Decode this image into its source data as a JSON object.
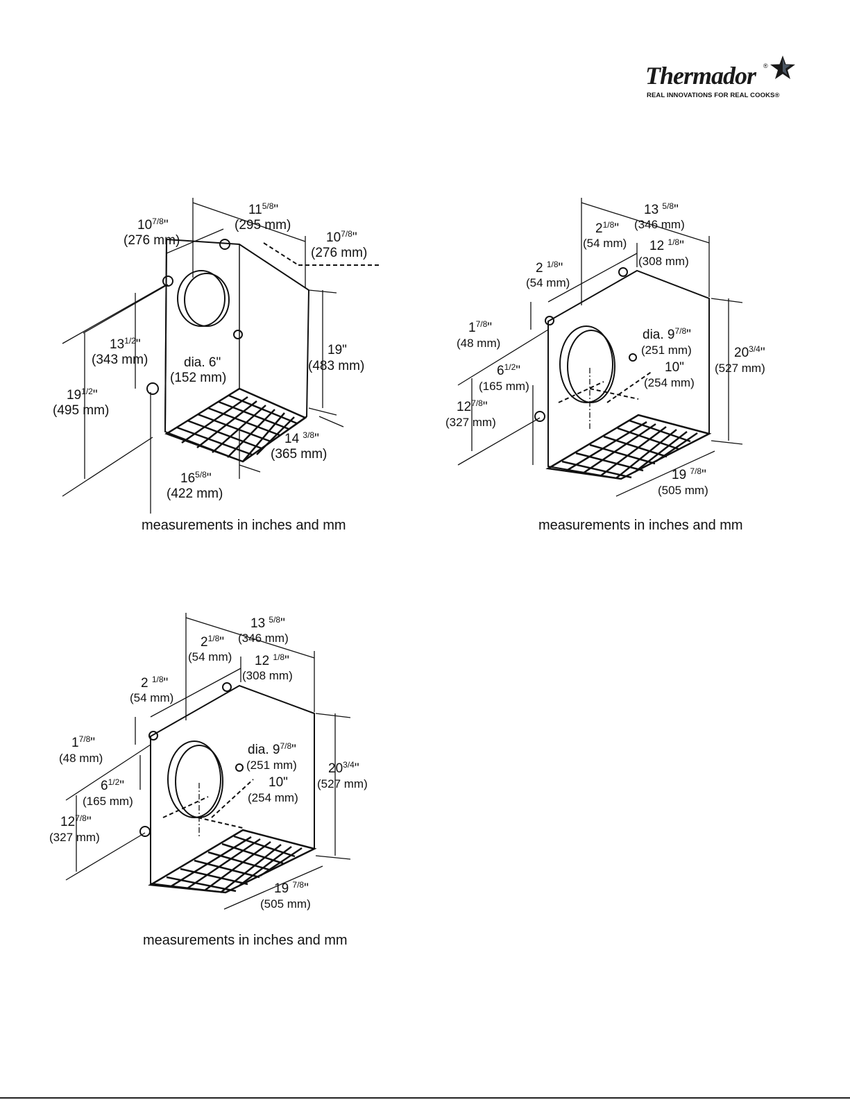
{
  "brand": {
    "name": "Thermador",
    "registered": "®",
    "tagline": "REAL INNOVATIONS FOR REAL COOKS®",
    "star_color": "#1a1a1a"
  },
  "diagrams": [
    {
      "caption": "measurements in inches and mm",
      "dims": {
        "top_width": {
          "whole": "11",
          "frac": "5/8",
          "mm": "(295 mm)"
        },
        "left_depth": {
          "whole": "10",
          "frac": "7/8",
          "mm": "(276 mm)"
        },
        "right_depth": {
          "whole": "10",
          "frac": "7/8",
          "mm": "(276 mm)"
        },
        "outlet_height": {
          "whole": "13",
          "frac": "1/2",
          "mm": "(343 mm)"
        },
        "outlet_dia": {
          "text": "dia. 6\"",
          "mm": "(152 mm)"
        },
        "height": {
          "whole": "19",
          "frac": "",
          "mm": "(483 mm)"
        },
        "total_height": {
          "whole": "19",
          "frac": "1/2",
          "mm": "(495 mm)"
        },
        "front_width": {
          "whole": "14 ",
          "frac": "3/8",
          "mm": "(365 mm)"
        },
        "bottom_width": {
          "whole": "16",
          "frac": "5/8",
          "mm": "(422 mm)"
        }
      }
    },
    {
      "caption": "measurements in inches and mm",
      "dims": {
        "top_width": {
          "whole": "13 ",
          "frac": "5/8",
          "mm": "(346 mm)"
        },
        "top_offset": {
          "whole": "2",
          "frac": "1/8",
          "mm": "(54 mm)"
        },
        "top_depth": {
          "whole": "12 ",
          "frac": "1/8",
          "mm": "(308 mm)"
        },
        "side_offset": {
          "whole": "2 ",
          "frac": "1/8",
          "mm": "(54 mm)"
        },
        "bracket_gap": {
          "whole": "1",
          "frac": "7/8",
          "mm": "(48 mm)"
        },
        "outlet_dia": {
          "whole": "dia. 9",
          "frac": "7/8",
          "mm": "(251 mm)"
        },
        "bracket_spacing": {
          "whole": "6",
          "frac": "1/2",
          "mm": "(165 mm)"
        },
        "outlet_offset": {
          "whole": "10",
          "frac": "",
          "mm": "(254 mm)"
        },
        "height": {
          "whole": "20",
          "frac": "3/4",
          "mm": "(527 mm)"
        },
        "lower_height": {
          "whole": "12",
          "frac": "7/8",
          "mm": "(327 mm)"
        },
        "bottom_width": {
          "whole": "19 ",
          "frac": "7/8",
          "mm": "(505 mm)"
        }
      }
    },
    {
      "caption": "measurements in inches and mm",
      "dims": {
        "top_width": {
          "whole": "13 ",
          "frac": "5/8",
          "mm": "(346 mm)"
        },
        "top_offset": {
          "whole": "2",
          "frac": "1/8",
          "mm": "(54 mm)"
        },
        "top_depth": {
          "whole": "12 ",
          "frac": "1/8",
          "mm": "(308 mm)"
        },
        "side_offset": {
          "whole": "2 ",
          "frac": "1/8",
          "mm": "(54 mm)"
        },
        "bracket_gap": {
          "whole": "1",
          "frac": "7/8",
          "mm": "(48 mm)"
        },
        "outlet_dia": {
          "whole": "dia. 9",
          "frac": "7/8",
          "mm": "(251 mm)"
        },
        "bracket_spacing": {
          "whole": "6",
          "frac": "1/2",
          "mm": "(165 mm)"
        },
        "outlet_offset": {
          "whole": "10",
          "frac": "",
          "mm": "(254 mm)"
        },
        "height": {
          "whole": "20",
          "frac": "3/4",
          "mm": "(527 mm)"
        },
        "lower_height": {
          "whole": "12",
          "frac": "7/8",
          "mm": "(327 mm)"
        },
        "bottom_width": {
          "whole": "19 ",
          "frac": "7/8",
          "mm": "(505 mm)"
        }
      }
    }
  ]
}
